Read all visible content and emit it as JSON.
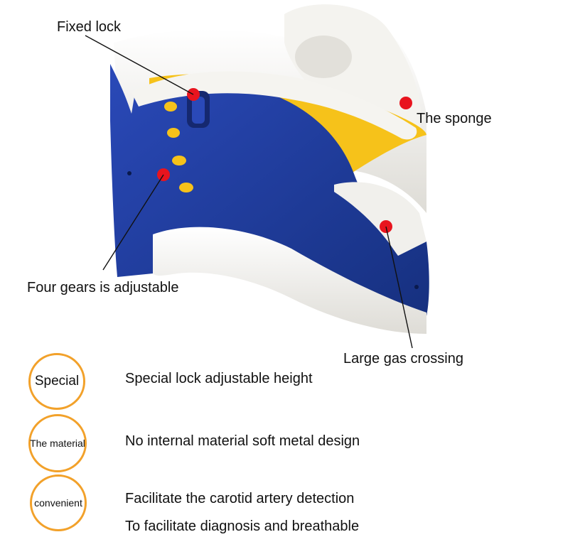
{
  "product": {
    "image_label": "cervical-collar-product-photo"
  },
  "callouts": {
    "fixed_lock": "Fixed lock",
    "sponge": "The sponge",
    "gears": "Four gears is adjustable",
    "gas": "Large gas crossing"
  },
  "features": [
    {
      "badge": "Special",
      "text": "Special lock adjustable height"
    },
    {
      "badge": "The material",
      "text": "No internal material soft metal design"
    },
    {
      "badge": "convenient",
      "text": "Facilitate the carotid artery detection",
      "text2": "To facilitate diagnosis and breathable"
    }
  ],
  "colors": {
    "collar_blue": "#1f3a9e",
    "sponge_white": "#f2f2ee",
    "inner_yellow": "#f6c21a",
    "marker_red": "#e8141e",
    "badge_orange": "#f2a12a"
  }
}
